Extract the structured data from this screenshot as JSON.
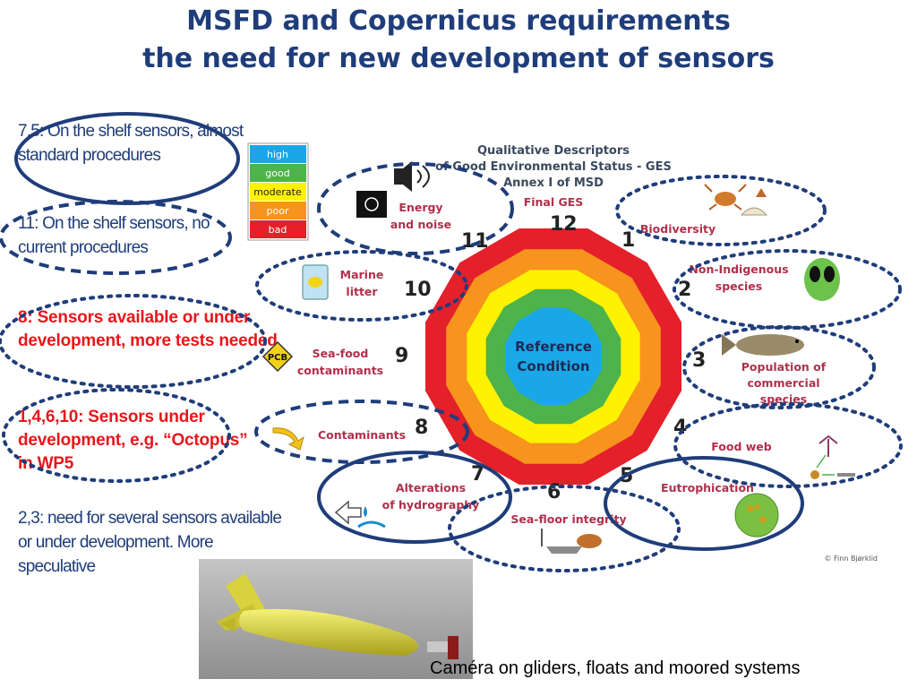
{
  "title": {
    "line1": "MSFD and Copernicus requirements",
    "line2": "the need for new development of sensors"
  },
  "notes": [
    "7,5: On the shelf sensors, almost standard procedures",
    "11: On the shelf sensors, no current procedures",
    "8: Sensors available or under development, more tests needed",
    "1,4,6,10: Sensors under development, e.g. “Octopus” in WP5",
    "2,3: need for several sensors available or under development. More speculative"
  ],
  "legend": [
    {
      "label": "high",
      "color": "#1aa7e8"
    },
    {
      "label": "good",
      "color": "#4db34a"
    },
    {
      "label": "moderate",
      "color": "#fff200"
    },
    {
      "label": "poor",
      "color": "#f7941d"
    },
    {
      "label": "bad",
      "color": "#e4202a"
    }
  ],
  "diagram": {
    "heading": [
      "Qualitative Descriptors",
      "of Good Environmental Status - GES",
      "Annex I of MSD"
    ],
    "final_ges": "Final GES",
    "center": [
      "Reference",
      "Condition"
    ],
    "descriptors": [
      {
        "num": "1",
        "label": [
          "Biodiversity"
        ]
      },
      {
        "num": "2",
        "label": [
          "Non-Indigenous",
          "species"
        ]
      },
      {
        "num": "3",
        "label": [
          "Population of",
          "commercial",
          "species"
        ]
      },
      {
        "num": "4",
        "label": [
          "Food web"
        ]
      },
      {
        "num": "5",
        "label": [
          "Eutrophication"
        ]
      },
      {
        "num": "6",
        "label": [
          "Sea-floor integrity"
        ]
      },
      {
        "num": "7",
        "label": [
          "Alterations",
          "of hydrography"
        ]
      },
      {
        "num": "8",
        "label": [
          "Contaminants"
        ]
      },
      {
        "num": "9",
        "label": [
          "Sea-food",
          "contaminants"
        ]
      },
      {
        "num": "10",
        "label": [
          "Marine",
          "litter"
        ]
      },
      {
        "num": "11",
        "label": [
          "Energy",
          "and noise"
        ]
      },
      {
        "num": "12",
        "label": []
      }
    ],
    "pcb": "PCB",
    "credit": "© Finn Bjørklid"
  },
  "caption": "Caméra on gliders, floats and moored systems"
}
